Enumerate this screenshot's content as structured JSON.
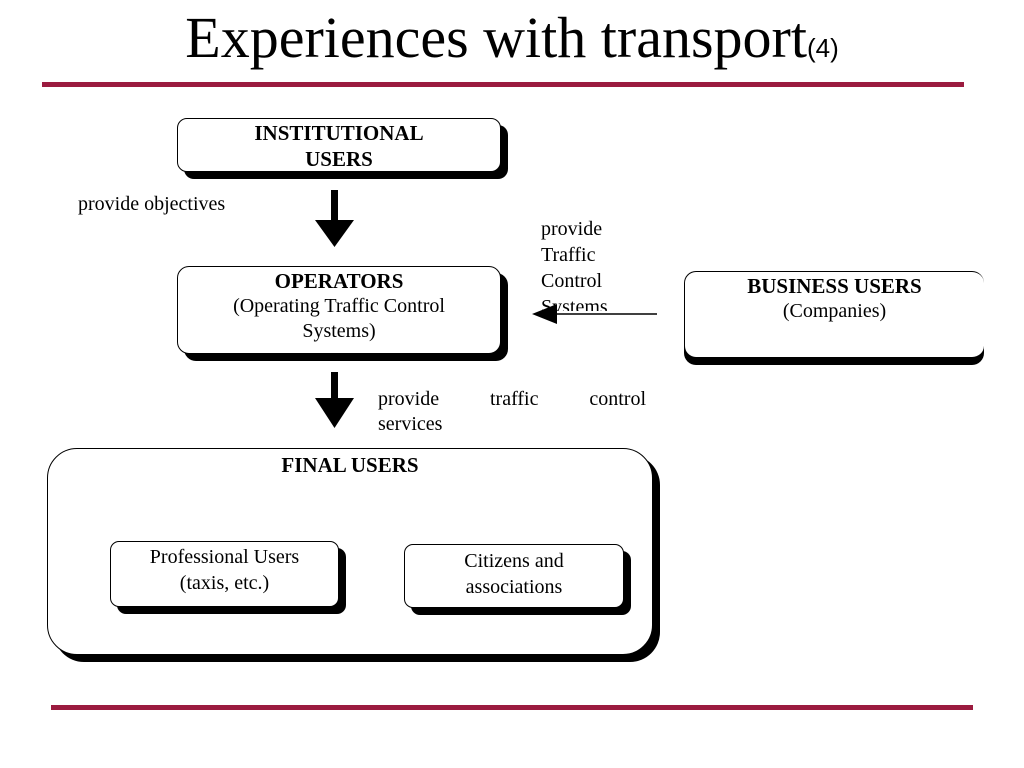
{
  "slide": {
    "title": "Experiences with transport",
    "title_suffix": "(4)",
    "accent_color": "#9b1b3f"
  },
  "diagram": {
    "institutional_users": {
      "line1": "INSTITUTIONAL",
      "line2": "USERS"
    },
    "operators": {
      "head": "OPERATORS",
      "line2": "(Operating Traffic Control",
      "line3": "Systems)"
    },
    "business_users": {
      "head": "BUSINESS USERS",
      "line2": "(Companies)"
    },
    "final_users": {
      "head": "FINAL USERS"
    },
    "professional_users": {
      "line1": "Professional Users",
      "line2": "(taxis, etc.)"
    },
    "citizens": {
      "line1": "Citizens and",
      "line2": "associations"
    },
    "edges": {
      "objectives": "provide objectives",
      "traffic_control_systems": {
        "line1": "provide",
        "line2": "Traffic",
        "line3": "Control",
        "line4": "Systems"
      },
      "services": {
        "line1": "provide traffic control",
        "line2": "services"
      }
    }
  }
}
